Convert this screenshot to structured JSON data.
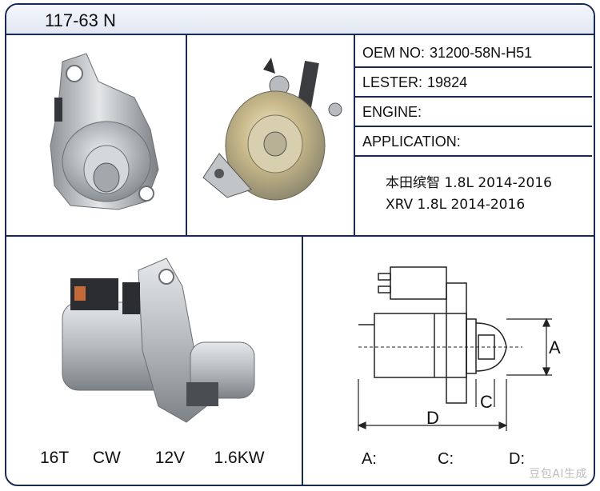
{
  "header": {
    "model": "117-63 N"
  },
  "specs": {
    "oem_label": "OEM NO:",
    "oem_value": "31200-58N-H51",
    "lester_label": "LESTER:",
    "lester_value": "19824",
    "engine_label": "ENGINE:",
    "engine_value": "",
    "application_label": "APPLICATION:"
  },
  "applications": [
    "本田缤智 1.8L 2014-2016",
    "XRV 1.8L 2014-2016"
  ],
  "ratings": {
    "teeth": "16T",
    "rotation": "CW",
    "voltage": "12V",
    "power": "1.6KW"
  },
  "diagram": {
    "label_a": "A",
    "label_c": "C",
    "label_d": "D",
    "field_a": "A:",
    "field_c": "C:",
    "field_d": "D:"
  },
  "watermark": "豆包AI生成",
  "colors": {
    "border": "#1a2a52",
    "header_bg": "#e6ebf4",
    "metal": "#c9ccd0"
  }
}
